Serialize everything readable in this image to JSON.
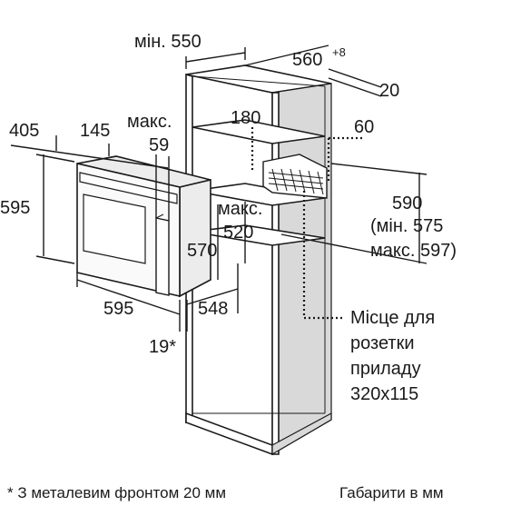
{
  "dimensions": {
    "min_550": "мін. 550",
    "d560": "560",
    "d560_tol": "+8",
    "d20": "20",
    "d405": "405",
    "d145": "145",
    "max_label_1": "макс.",
    "d59": "59",
    "d180": "180",
    "d60": "60",
    "d595_height": "595",
    "d590": "590",
    "d590_min": "(мін. 575",
    "d590_max": "макс. 597)",
    "max_label_2": "макс.",
    "d520": "520",
    "d570": "570",
    "d595_width": "595",
    "d548": "548",
    "d19": "19*"
  },
  "socket_note": {
    "line1": "Місце для",
    "line2": "розетки",
    "line3": "приладу",
    "line4": "320x115"
  },
  "footer": {
    "note": "* З металевим фронтом 20 мм",
    "units": "Габарити в мм"
  }
}
